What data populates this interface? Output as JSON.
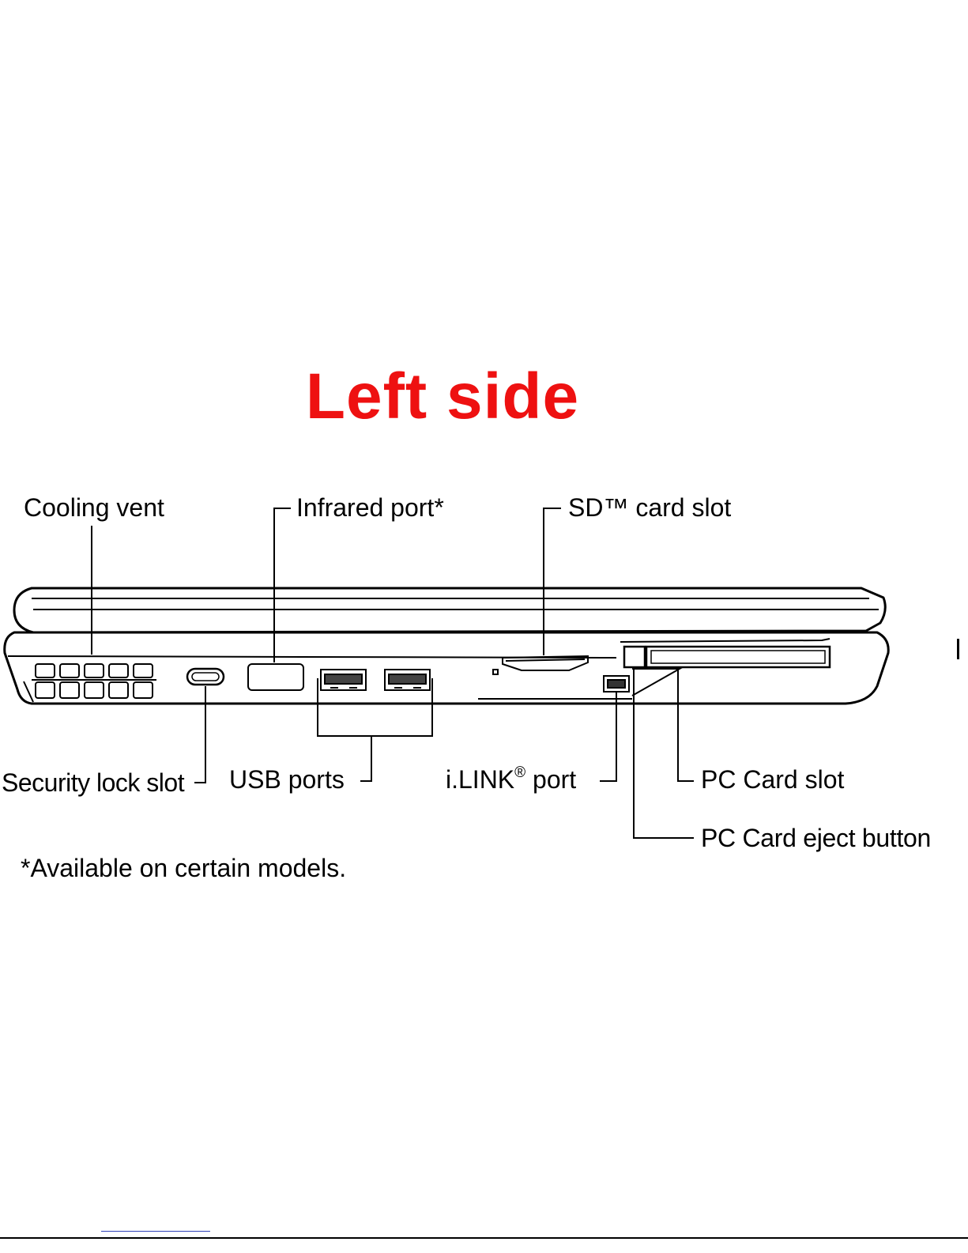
{
  "title": "Left side",
  "labels": {
    "cooling_vent": "Cooling vent",
    "infrared_port": "Infrared port*",
    "sd_card_slot": "SD™ card slot",
    "security_lock_slot": "Security lock slot",
    "usb_ports": "USB ports",
    "ilink_port_name": "i.LINK",
    "ilink_port_sup": "®",
    "ilink_port_suffix": " port",
    "pc_card_slot": "PC Card slot",
    "pc_card_eject_button": "PC Card eject button"
  },
  "footnote": "*Available on certain models.",
  "colors": {
    "title": "#ee1111",
    "lines": "#000000"
  }
}
